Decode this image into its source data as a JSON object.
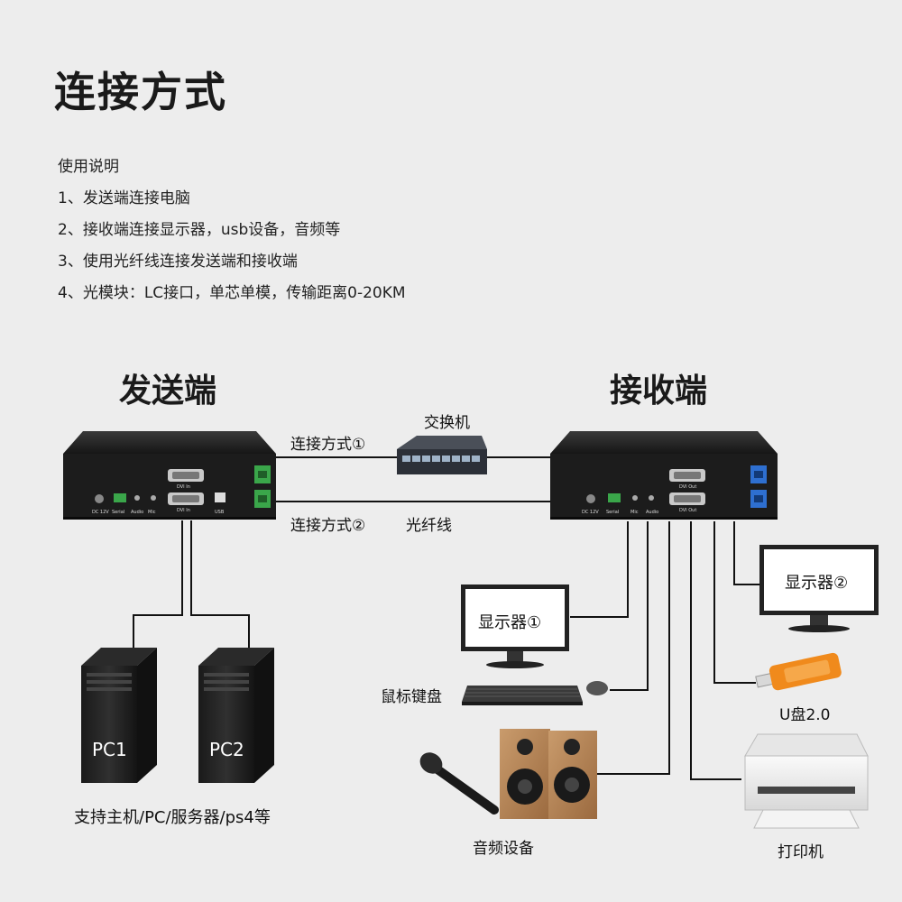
{
  "title": "连接方式",
  "instructions": {
    "heading": "使用说明",
    "items": [
      "1、发送端连接电脑",
      "2、接收端连接显示器，usb设备，音频等",
      "3、使用光纤线连接发送端和接收端",
      "4、光模块：LC接口，单芯单模，传输距离0-20KM"
    ]
  },
  "sender": {
    "heading": "发送端",
    "ports": {
      "dc": "DC 12V",
      "serial": "Serial",
      "audio": "Audio",
      "mic": "Mic",
      "dvi_in_top": "DVI In",
      "dvi_in_bottom": "DVI In",
      "usb": "USB"
    }
  },
  "receiver": {
    "heading": "接收端",
    "ports": {
      "dc": "DC 12V",
      "serial": "Serial",
      "mic": "Mic",
      "audio": "Audio",
      "dvi_out_top": "DVI Out",
      "dvi_out_bottom": "DVI Out"
    }
  },
  "links": {
    "method1": "连接方式①",
    "method2": "连接方式②",
    "switch": "交换机",
    "fiber": "光纤线"
  },
  "computers": {
    "pc1": "PC1",
    "pc2": "PC2",
    "caption": "支持主机/PC/服务器/ps4等"
  },
  "devices": {
    "monitor1": "显示器①",
    "monitor2": "显示器②",
    "keyboard_mouse": "鼠标键盘",
    "usb_drive": "U盘2.0",
    "audio": "音频设备",
    "printer": "打印机"
  },
  "colors": {
    "background": "#ededed",
    "device_body": "#1c1c1c",
    "cable": "#111111",
    "sfp_green": "#3aa64a",
    "sfp_blue": "#2e6fd0",
    "usb_orange": "#f08a1c",
    "speaker_wood": "#b98a5e"
  }
}
